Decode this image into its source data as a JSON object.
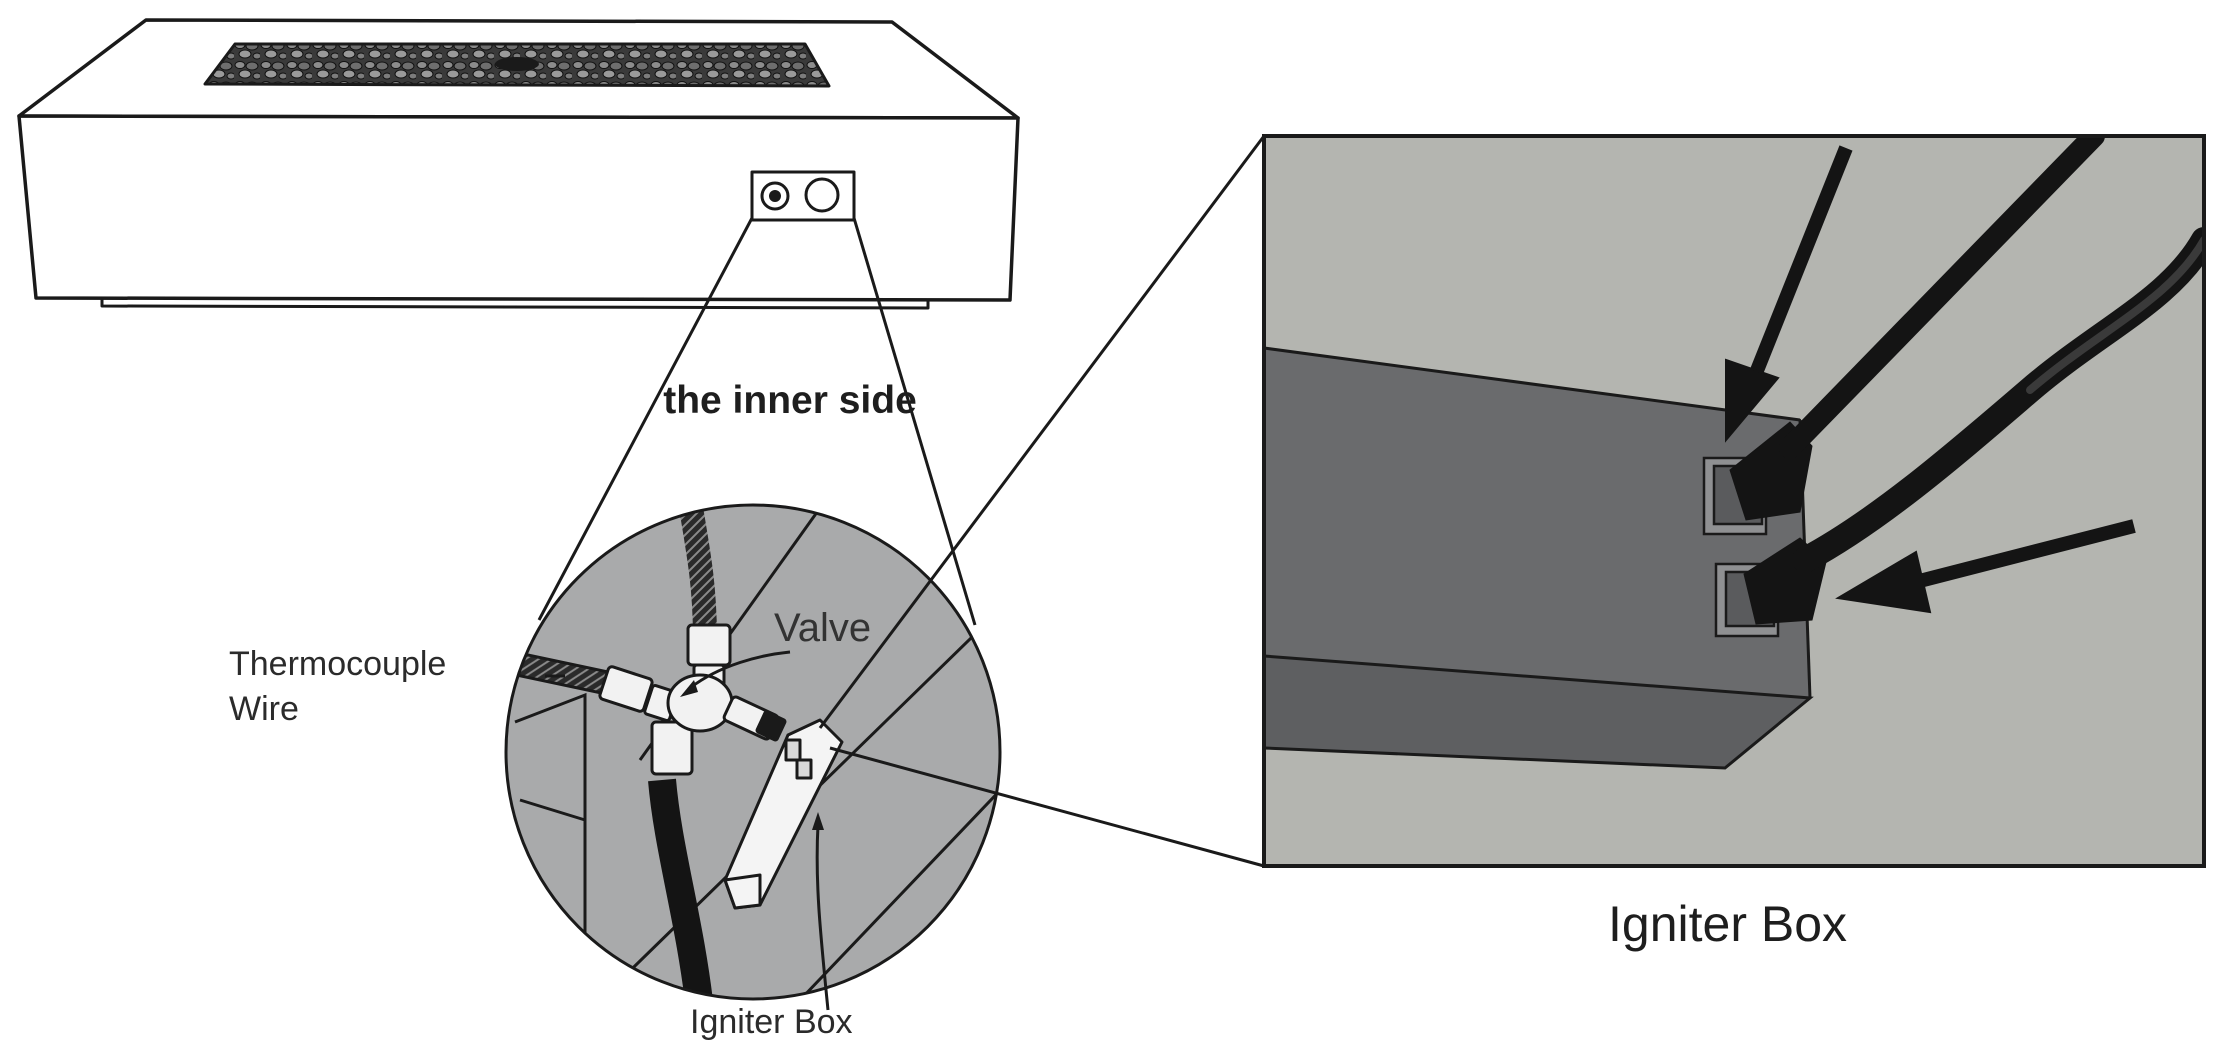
{
  "labels": {
    "inner_side": "the inner side",
    "valve": "Valve",
    "thermocouple_wire": "Thermocouple Wire",
    "igniter_box_small": "Igniter Box",
    "igniter_box_large": "Igniter Box"
  },
  "colors": {
    "line": "#1a1a1a",
    "circle_fill": "#a9aaab",
    "panel_background": "#b4b5b0",
    "box_dark": "#6a6b6d",
    "box_darker": "#5e5f61",
    "igniter_body": "#f4f4f4",
    "hose": "#141414"
  }
}
